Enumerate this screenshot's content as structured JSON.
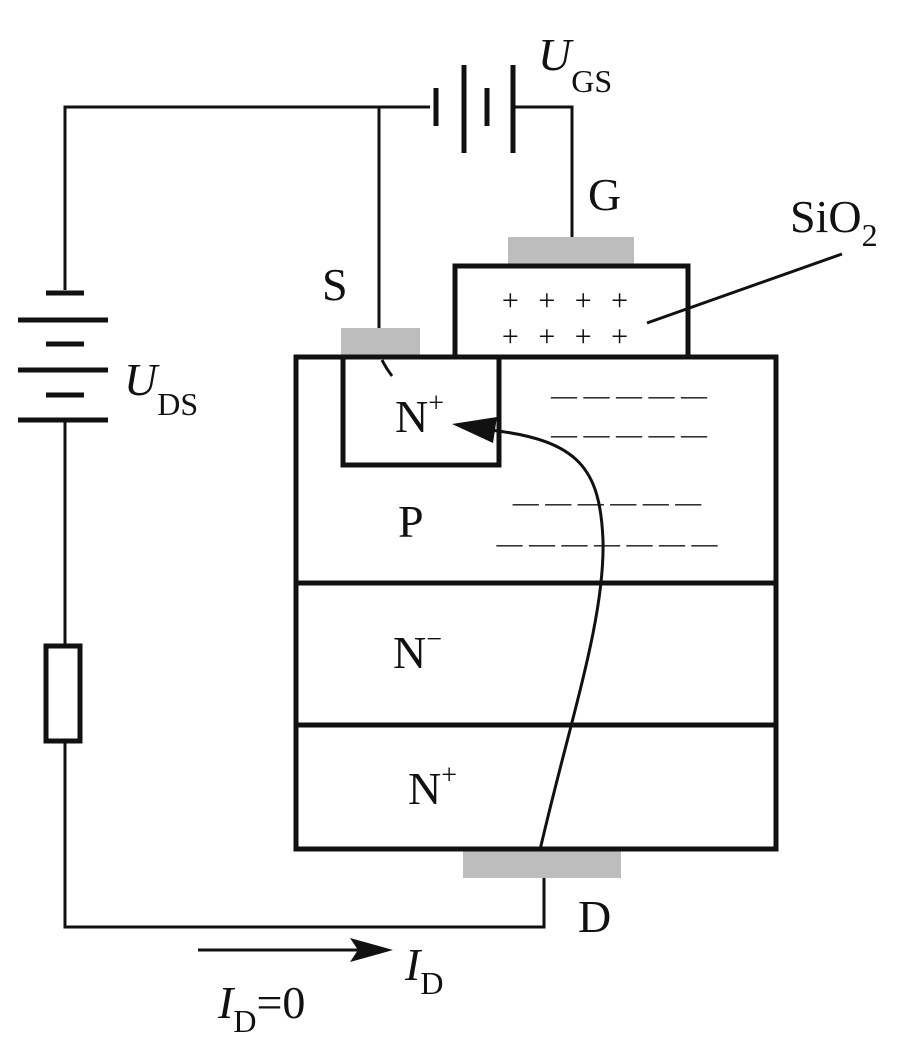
{
  "labels": {
    "ugs": {
      "main": "U",
      "sub": "GS"
    },
    "uds": {
      "main": "U",
      "sub": "DS"
    },
    "gate": "G",
    "source": "S",
    "drain": "D",
    "oxide": {
      "main": "SiO",
      "sub": "2"
    },
    "source_region": {
      "main": "N",
      "sup": "+"
    },
    "body_region": "P",
    "drift_region": {
      "main": "N",
      "sup": "−"
    },
    "substrate_region": {
      "main": "N",
      "sup": "+"
    },
    "id_arrow": {
      "main": "I",
      "sub": "D"
    },
    "id_zero": {
      "main": "I",
      "sub": "D",
      "rest": "=0"
    }
  },
  "gate_charges": [
    "+ + + +",
    "+ + + +"
  ],
  "channel_charges": [
    "— — — — —",
    "— — — — —",
    "— — — — — —",
    "— — — — — — —"
  ]
}
